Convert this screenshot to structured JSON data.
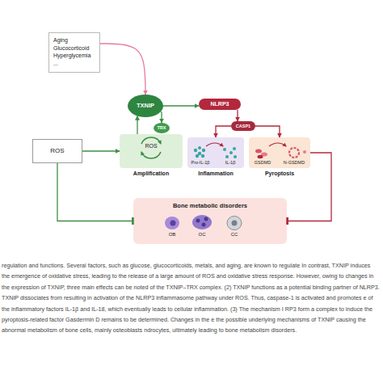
{
  "diagram": {
    "caption": "regulation and functions. Several factors, such as glucose, glucocorticoids, metals, and aging, are known to regulate In contrast, TXNIP induces the emergence of oxidative stress, leading to the release of a large amount of ROS and oxidative stress response. However, owing to changes in the expression of TXNIP, three main effects can be noted of the TXNIP–TRX complex. (2) TXNIP functions as a potential binding partner of NLRP3. TXNIP dissociates from resulting in activation of the NLRP3 inflammasome pathway under ROS. Thus, caspase-1 is activated and promotes e of the inflammatory factors IL-1β and IL-18, which eventually leads to cellular inflammation. (3) The mechanism I RP3 form a complex to induce the pyroptosis-related factor Gasdermin D remains to be determined. Changes in the e the possible underlying mechanisms of TXNIP causing the abnormal metabolism of bone cells, mainly osteoblasts ndrocytes, ultimately leading to bone metabolism disorders.",
    "nodes": [
      {
        "text": [
          "Aging Glucocorticoid Hyperglycemia ..."
        ]
      },
      {
        "text": [
          "TXNIP"
        ]
      },
      {
        "text": [
          "NLRP3"
        ]
      },
      {
        "text": [
          "TRX"
        ]
      },
      {
        "text": [
          "CASP1"
        ]
      },
      {
        "text": [
          "ROS"
        ]
      },
      {
        "text": [
          "ROS",
          "Amplification"
        ]
      },
      {
        "text": [
          "Pro-IL-1β",
          "IL-1β",
          "Inflammation"
        ]
      },
      {
        "text": [
          "GSDMD",
          "N-GSDMD",
          "Pyroptosis"
        ]
      },
      {
        "text": [
          "Bone metabolic disorders",
          "OB",
          "OC",
          "CC"
        ]
      }
    ],
    "edges": [
      {
        "from": 0,
        "to": 1,
        "arrow": "to"
      },
      {
        "from": 1,
        "to": 2,
        "arrow": "to"
      },
      {
        "from": 1,
        "to": 3,
        "arrow": "to"
      },
      {
        "from": 2,
        "to": 4,
        "arrow": "to"
      },
      {
        "from": 4,
        "to": 7,
        "arrow": "to"
      },
      {
        "from": 4,
        "to": 8,
        "arrow": "to"
      },
      {
        "from": 5,
        "to": 6,
        "arrow": "to"
      },
      {
        "from": 6,
        "to": 1,
        "arrow": "to"
      },
      {
        "from": 5,
        "to": 9,
        "arrow": "to"
      },
      {
        "from": 8,
        "to": 9,
        "arrow": "to"
      }
    ]
  }
}
